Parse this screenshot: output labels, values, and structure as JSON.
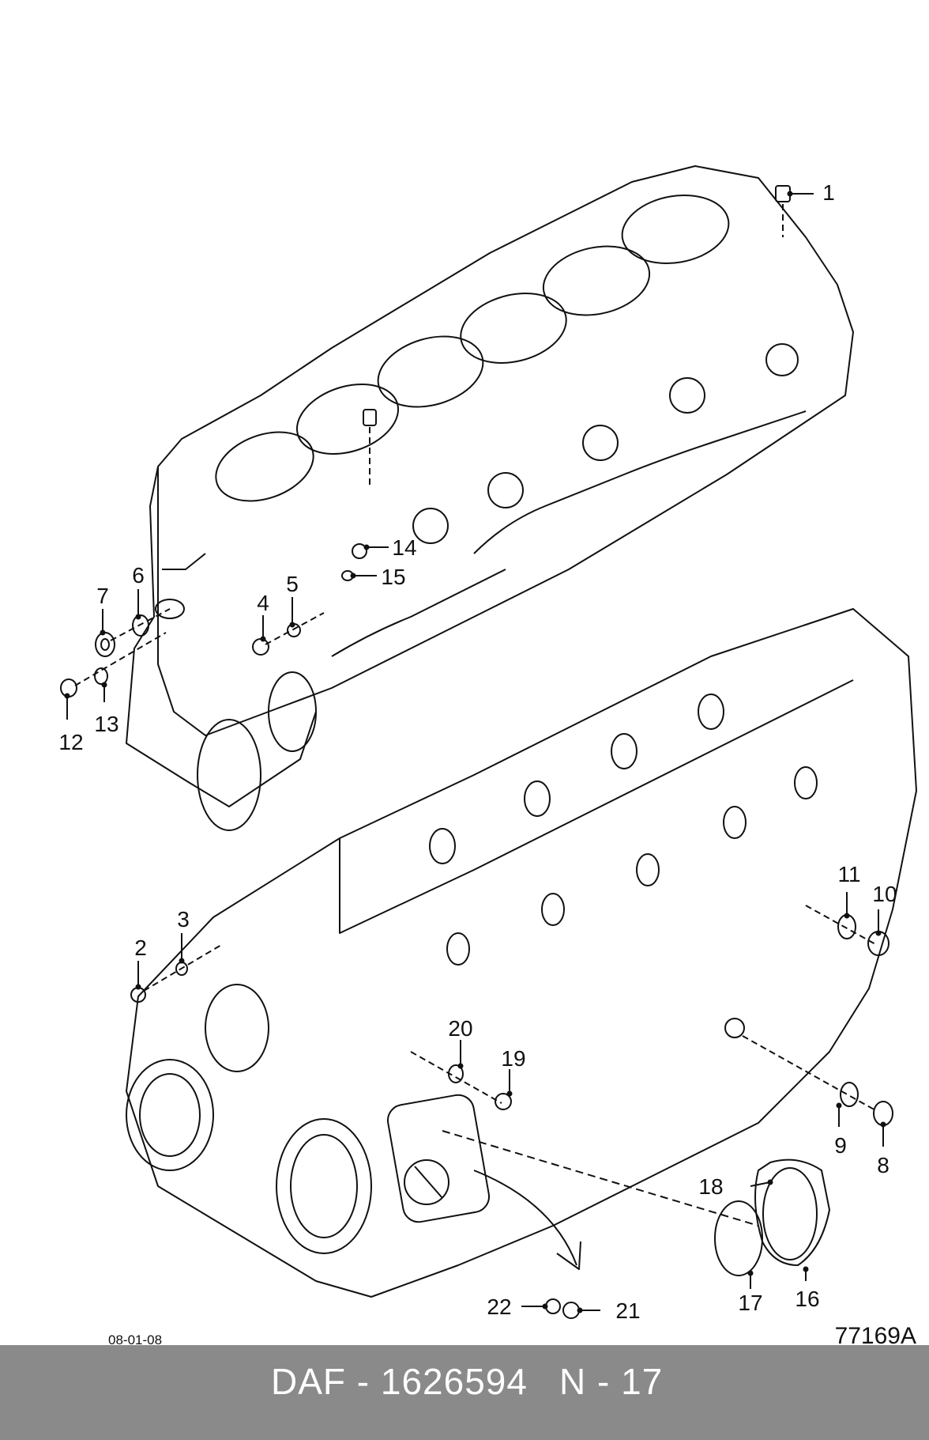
{
  "callouts": [
    "1",
    "2",
    "3",
    "4",
    "5",
    "6",
    "7",
    "8",
    "9",
    "10",
    "11",
    "12",
    "13",
    "14",
    "15",
    "16",
    "17",
    "18",
    "19",
    "20",
    "21",
    "22"
  ],
  "date_code": "08-01-08",
  "ref_code": "77169A",
  "footer": {
    "part_label": "DAF - 1626594",
    "page_label": "N - 17",
    "background": "#8a8a8a",
    "text_color": "#ffffff"
  }
}
